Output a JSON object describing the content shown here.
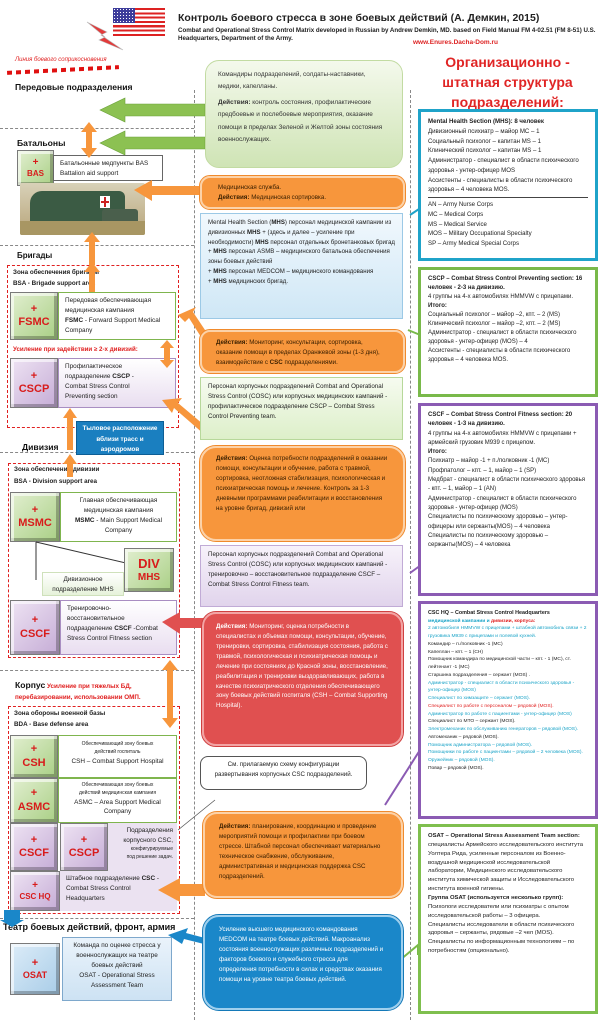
{
  "header": {
    "title": "Контроль боевого стресса  в зоне боевых действий (А. Демкин, 2015)",
    "subtitle": "Combat and Operational Stress Control Matrix developed in Russian by Andrew Demkin, MD.  based on Field Manual FM 4-02.51 (FM 8-51) U.S. Headquarters, Department of the Army.",
    "website": "www.Enures.Dacha-Dom.ru",
    "org_title_lines": [
      "Организационно -",
      "штатная структура",
      "подразделений:"
    ],
    "line_of_contact": "Линия боевого соприкосновения"
  },
  "colors": {
    "orange": "#f7963c",
    "red": "#e05050",
    "blue": "#1a87c9",
    "green": "#79b94a",
    "purple": "#8b5bb3",
    "teal": "#1fa3c9",
    "accent_red": "#d81b1b"
  },
  "left": {
    "forward_units": "Передовые подразделения",
    "battalions": "Батальоны",
    "bas": {
      "plus": "+",
      "code": "BAS",
      "line1": "Батальонные медпункты BAS",
      "line2": "Battalion aid support"
    },
    "brigades": "Бригады",
    "bsa_title": "Зона обеспечения бригады",
    "bsa_sub": "BSA - Brigade support area",
    "fsmc": {
      "plus": "+",
      "code": "FSMC",
      "lines": [
        "Передовая обеспечивающая",
        "медицинская кампания"
      ],
      "bold": "FSMC",
      "en": " - Forward Support Medical Company"
    },
    "reinforce": "Усиление при задействии ≥ 2-х дивизий:",
    "cscp": {
      "plus": "+",
      "code": "CSCP",
      "l1": "Профилактическое",
      "l2a": "подразделение ",
      "l2b": "CSCP",
      "l2c": " -",
      "l3": "Combat Stress Control",
      "l4": "Preventing section"
    },
    "rear": "Тыловое расположение вблизи трасс и аэродромов",
    "division": "Дивизия",
    "dsa_title": "Зона обеспечения дивизии",
    "dsa_sub": "BSA  - Division support area",
    "msmc": {
      "plus": "+",
      "code": "MSMC",
      "l1": "Главная обеспечивающая",
      "l2": "медицинская кампания",
      "bold": "MSMC",
      "en": " - Main Support Medical Company"
    },
    "divmhs": {
      "code1": "DIV",
      "code2": "MHS",
      "label": "Дивизионное подразделение MHS"
    },
    "cscf": {
      "plus": "+",
      "code": "CSCF",
      "l1": "Тренировочно-",
      "l2": "восстановительное",
      "l3a": "подразделение ",
      "l3b": "CSCF",
      "l3c": " -Combat",
      "l4": "Stress Control Fitness section"
    },
    "corps": "Корпус",
    "corps_note": "Усиление при тяжелых БД, перебазировании,  использовании ОМП.",
    "bda_title": "Зона обороны военной базы",
    "bda_sub": "BDA  - Base defense area",
    "csh": {
      "plus": "+",
      "code": "CSH",
      "l1": "Обеспечивающий зону боевых",
      "l2": "действий госпиталь",
      "l3": "CSH – Combat Support Hospital"
    },
    "asmc": {
      "plus": "+",
      "code": "ASMC",
      "l1": "Обеспечивающая зону боевых",
      "l2": "действий медицинская кампания",
      "l3": "ASMC – Area Support Medical Company"
    },
    "corps_cscf": {
      "plus": "+",
      "code": "CSCF"
    },
    "corps_cscp": {
      "plus": "+",
      "code": "CSCP"
    },
    "corps_units": {
      "l1": "Подразделения",
      "l2": "корпусного CSC,",
      "l3": "конфигурируемые",
      "l4": "под решение задач."
    },
    "cschq": {
      "plus": "+",
      "code": "CSC HQ",
      "l1a": "Штабное подразделение ",
      "l1b": "CSC",
      "l1c": " -",
      "l2": "Combat Stress Control",
      "l3": "Headquarters"
    },
    "theater": "Театр боевых действий, фронт, армия",
    "osat": {
      "plus": "+",
      "code": "OSAT",
      "lines": [
        "Команда по оценке стресса у",
        "военнослужащих на театре",
        "боевых действий",
        "OSAT - Operational Stress",
        "Assessment Team"
      ]
    }
  },
  "middle": {
    "commanders": {
      "p1": "Командиры подразделений, солдаты-наставники, медики, капелланы.",
      "label": "Действия:",
      "text": " контроль состояния, профилактические предбоевые и послебоевые мероприятия, оказание помощи в пределах Зеленой и Желтой зоны состояния военнослужащих."
    },
    "medservice": {
      "l1": "Медицинская служба.",
      "label": "Действия:",
      "text": " Медицинская сортировка."
    },
    "mhs_callout": {
      "a": "Mental Health Section (",
      "b": "MHS",
      "c": ") персонал медицинской кампании из дивизионных ",
      "d": "MHS",
      "e": " + (здесь и далее – усиление при необходимости) ",
      "f": "MHS",
      "g": " персонал отдельных бронетанковых  бригад",
      "h1": "+ ",
      "h2": "MHS",
      "h3": " персонал ASMB – медицинского батальона обеспечения зоны боевых действий",
      "i1": "+ ",
      "i2": "MHS",
      "i3": " персонал MEDCOM – медицинского командования",
      "j1": "+ ",
      "j2": "MHS",
      "j3": "  медицинских бригад."
    },
    "brigade_actions": {
      "label": "Действия:",
      "text": " Мониторинг, консультации, сортировка, оказание помощи в пределах Оранжевой зоны (1-3 дня), взаимодействие с ",
      "bold": "CSC",
      "tail": " подразделениями."
    },
    "cscp_callout": "Персонал корпусных подразделений Combat and Operational Stress Control (COSC) или корпусных медицинских кампаний -    профилактическое подразделение  CSCP – Combat Stress Control Preventing  team.",
    "division_actions": {
      "label": "Действия:",
      "text": " Оценка потребности подразделений в оказании помощи, консультации  и обучение, работа с травмой, сортировка, неотложная стабилизация, психологическая и психиатрическая помощь и лечение.  Контроль за 1-3 дневными программами реабилитации и восстановления на уровне бригад, дивизий или"
    },
    "cscf_callout": "Персонал корпусных подразделений Combat and Operational Stress Control (COSC) или корпусных медицинских кампаний -    тренировочно – восстановительное подразделение  CSCF – Combat Stress Control Fitness  team.",
    "red_actions": {
      "label": "Действия:",
      "text": " Мониторинг, оценка потребности в специалистах и объемах помощи, консультации, обучение, тренировки, сортировка, стабилизация состояния, работа с травмой, психологическая и психиатрическая помощь и лечение при состояниях до Красной зоны, восстановление, реабилитация и тренировки выздоравливающих, работа в качестве психиатрического отделения обеспечивающего зону боевых действий госпиталя (CSH – Combat Supporting Hospital)."
    },
    "see_scheme": "См. прилагаемую схему конфигурации развертывания корпусных CSC подразделений.",
    "hq_actions": {
      "label": "Действия:",
      "text": " планирование, координацию и проведение мероприятий помощи и профилактики при боевом стрессе. Штабной персонал обеспечивает материально техническое снабжение, обслуживание, административная и медицинская поддержка CSC подразделений."
    },
    "medcom": "Усиление высшего медицинского командования MEDCOM на театре боевых действий. Макроанализ  состояния военнослужащих различных подразделений  и факторов боевого и служебного  стресса для определения потребности  в силах и средствах оказания помощи на уровне театра боевых действий."
  },
  "right": {
    "mhs_box": {
      "title": "Mental Health Section (MHS): 8 человек",
      "lines": [
        "Дивизионный психиатр – майор MC –  1",
        "Социальный психолог – капитан  MS  – 1",
        "Клинический психолог – капитан MS – 1",
        "Администратор  - специалист в области психического здоровья  - унтер-офицер MOS",
        "Ассистенты - специалисты в области психического здоровья  –  4 человека MOS."
      ],
      "legend": [
        "AN – Army Nurse Corps",
        "MC – Medical Corps",
        "MS – Medical Service",
        "MOS – Military Occupational Specialty",
        "SP – Army Medical Special Corps"
      ]
    },
    "cscp_box": {
      "title": "CSCP – Combat Stress Control Preventing section:  16 человек - 2-3 на дивизию.",
      "intro": "4 группы на 4-х автомобилях HMMVW с прицепами.",
      "total": "Итого:",
      "lines": [
        "Социальный психолог  – майор –2, кпт. – 2 (MS)",
        "Клинический психолог – майор –2, кпт. – 2 (MS)",
        "Администратор  - специалист в области психического здоровья  - унтер-офицер (MOS) – 4",
        "Ассистенты - специалисты в области психического здоровья  –  4 человека MOS."
      ]
    },
    "cscf_box": {
      "title": "CSCF – Combat Stress Control Fitness section: 20 человек - 1-3 на дивизию.",
      "intro": "4 группы на 4-х автомобилях HMMVW с прицепами + армейский грузовик  M939 с прицепом.",
      "total": "Итого:",
      "lines": [
        "Психиатр  – майор -1  + п./полковник -1  (MC)",
        "Профпатолог – кпт. – 1, майор – 1 (SP)",
        "Медбрат  - специалист в области психического здоровья  - кпт. – 1, майор – 1 (AN)",
        "Администратор  - специалист в области психического здоровья  - унтер-офицер (MOS)",
        "Специалисты по психическому здоровью  – унтер-офицеры или сержанты(MOS) – 4 человека",
        "Специалисты по психическому здоровью  – сержанты(MOS) – 4 человека"
      ]
    },
    "hq_box": {
      "title": "CSC HQ – Combat Stress Control Headquarters",
      "sub_a": "медицинской  кампании  и ",
      "sub_b": "дивизии,  корпуса:",
      "lines": [
        {
          "text": "2 автомобиля HMMVW с прицепами + штабной автомобиль связи +  2 грузовика  M939 с прицепами и полевой кухней.",
          "c": "cyan"
        },
        {
          "text": "Командир – п./полковник  -1  (MC)",
          "c": "dark"
        },
        {
          "text": "Капеллан – кпт. – 1 (CH)",
          "c": "dark"
        },
        {
          "text": "Помощник командира по медицинской части – кпт. - 1 (MC), ст. лейтенант  -1  (MC)",
          "c": "mixed"
        },
        {
          "text": "Старшина подразделения – сержант  (MOS) .",
          "c": "dark"
        },
        {
          "text": "Администратор  - специалист в области психического здоровья  - унтер-офицер (MOS)",
          "c": "cyan"
        },
        {
          "text": "Специалист по химзащите – сержант (MOS).",
          "c": "cyan"
        },
        {
          "text": "Специалист по работе с персоналом  – рядовой (MOS).",
          "c": "red"
        },
        {
          "text": "Администратор по работе с пациентами  - унтер-офицер (MOS)",
          "c": "cyan"
        },
        {
          "text": "Специалист по МТО – сержант (MOS).",
          "c": "dark"
        },
        {
          "text": "Электромеханик по обслуживанию генераторов  – рядовой (MOS).",
          "c": "cyan"
        },
        {
          "text": "Автомеханик  – рядовой (MOS).",
          "c": "dark"
        },
        {
          "text": "Помощник администратора – рядовой (MOS).",
          "c": "cyan"
        },
        {
          "text": "Помощники по работе с пациентами  – рядовой – 2 человека (MOS).",
          "c": "cyan"
        },
        {
          "text": "Оружейник – рядовой (MOS).",
          "c": "cyan"
        },
        {
          "text": "Повар  – рядовой (MOS).",
          "c": "dark"
        }
      ]
    },
    "osat_box": {
      "title": "OSAT – Operational Stress Assessment Team section:",
      "intro": "специалисты Армейского исследовательского института Уолтера Рида, усиленные персоналом из Военно-воздушной медицинской исследовательской лаборатории, Медицинского исследовательского института химической защиты и Исследовательского института военной гигиены.",
      "group": "Группа OSAT (используется  несколько групп):",
      "lines": [
        "Психологи исследователи или психиатры с опытом исследовательской работы   –  3 офицера.",
        "Специалисты исследователи в области психического здоровья – сержанты, рядовые  –2 чел (MOS).",
        "Специалисты по информационным технологиям – по потребностям  (опционально)."
      ]
    }
  }
}
